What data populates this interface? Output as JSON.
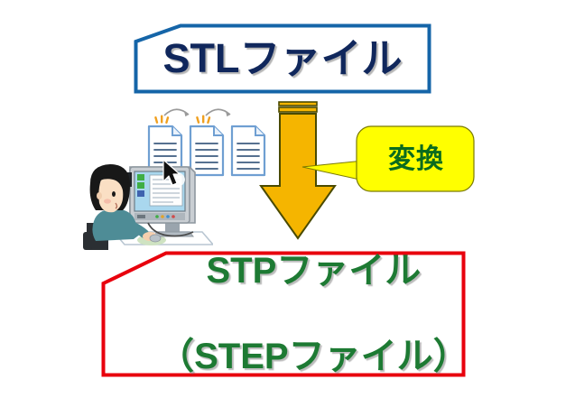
{
  "diagram": {
    "title_top": "STLファイル",
    "title_bottom_line1": "STPファイル",
    "title_bottom_line2": "（STEPファイル）",
    "callout_label": "変換",
    "colors": {
      "top_box_border": "#1565a8",
      "top_box_text": "#10275c",
      "bottom_box_border": "#e8000d",
      "bottom_box_text": "#1d7a33",
      "callout_fill": "#ffff00",
      "callout_text": "#0a6b1e",
      "arrow_fill": "#f5b500",
      "arrow_outline": "#4a4a00",
      "document_outline": "#6f9fd2",
      "sparkle": "#f0a020",
      "curve_arrow": "#9a9a9a",
      "background": "#ffffff"
    },
    "icons": {
      "top_box": "stl-file-box",
      "bottom_box": "stp-file-box",
      "arrow": "down-arrow-icon",
      "callout": "speech-bubble-callout",
      "documents": "document-stack-icon",
      "person": "person-at-computer-icon",
      "cursor": "mouse-cursor-icon"
    },
    "document_count": 3,
    "document_line_count": 5,
    "sparkle_groups": 2,
    "curve_arrow_count": 2
  }
}
